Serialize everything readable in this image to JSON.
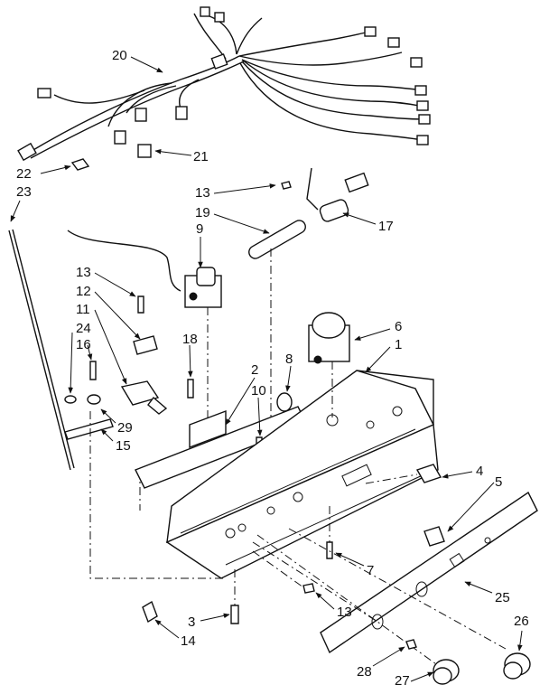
{
  "callouts": [
    {
      "id": "20",
      "text": "20"
    },
    {
      "id": "21",
      "text": "21"
    },
    {
      "id": "22",
      "text": "22"
    },
    {
      "id": "23",
      "text": "23"
    },
    {
      "id": "13a",
      "text": "13"
    },
    {
      "id": "19",
      "text": "19"
    },
    {
      "id": "17",
      "text": "17"
    },
    {
      "id": "9",
      "text": "9"
    },
    {
      "id": "13b",
      "text": "13"
    },
    {
      "id": "12",
      "text": "12"
    },
    {
      "id": "11",
      "text": "11"
    },
    {
      "id": "24",
      "text": "24"
    },
    {
      "id": "16",
      "text": "16"
    },
    {
      "id": "18",
      "text": "18"
    },
    {
      "id": "6",
      "text": "6"
    },
    {
      "id": "1",
      "text": "1"
    },
    {
      "id": "8",
      "text": "8"
    },
    {
      "id": "2",
      "text": "2"
    },
    {
      "id": "10",
      "text": "10"
    },
    {
      "id": "29",
      "text": "29"
    },
    {
      "id": "15",
      "text": "15"
    },
    {
      "id": "4",
      "text": "4"
    },
    {
      "id": "5",
      "text": "5"
    },
    {
      "id": "7",
      "text": "7"
    },
    {
      "id": "13c",
      "text": "13"
    },
    {
      "id": "25",
      "text": "25"
    },
    {
      "id": "3",
      "text": "3"
    },
    {
      "id": "14",
      "text": "14"
    },
    {
      "id": "26",
      "text": "26"
    },
    {
      "id": "28",
      "text": "28"
    },
    {
      "id": "27",
      "text": "27"
    }
  ]
}
